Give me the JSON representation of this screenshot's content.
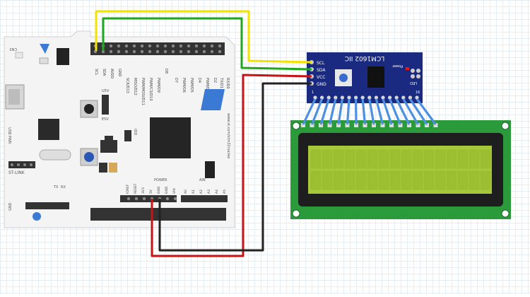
{
  "board": {
    "pin_labels_left": [
      "SCL",
      "SDA",
      "AVDD",
      "GND"
    ],
    "pin_labels_mid": [
      "SCK/D13",
      "MISO/D12",
      "PWM/MOSI/D11",
      "PWM/CS/D10",
      "PWM/D9",
      "D8"
    ],
    "pin_labels_right": [
      "D7",
      "PWM/D6",
      "PWM/D5",
      "D4",
      "PWM/D3",
      "D2",
      "TX/D1",
      "RX/D0"
    ],
    "labels": {
      "cn3": "CN3",
      "usb_pwr": "USB PWR",
      "st_link": "ST-LINK",
      "tx": "TX",
      "rx": "RX",
      "gnd": "GND",
      "usv": "U5V",
      "e5v": "E5V",
      "jp": "IDD",
      "website": "www.st.com/stm32nucleo"
    },
    "power_header_title": "POWER",
    "power_pins": [
      "IOREF",
      "RESET",
      "3V3",
      "5V",
      "GND",
      "GND",
      "VIN"
    ],
    "ain_header_title": "AIN",
    "ain_pins": [
      "A0",
      "A1",
      "A2",
      "A3",
      "A4",
      "A5"
    ]
  },
  "i2c_module": {
    "title": "LCM1602 IIC",
    "pins": [
      "SCL",
      "SDA",
      "VCC",
      "GND"
    ],
    "power_label": "Power",
    "led_label": "LED",
    "pin1_label": "1",
    "pin16_label": "16"
  },
  "wires": {
    "yellow": "#f2e200",
    "green": "#1fa81f",
    "red": "#c81414",
    "black": "#222222",
    "blue": "#4d8fe0"
  },
  "colors": {
    "board": "#f4f4f4",
    "module": "#1a2a80",
    "lcd_frame": "#2a9a3a",
    "lcd_screen": "#a6c93a"
  }
}
